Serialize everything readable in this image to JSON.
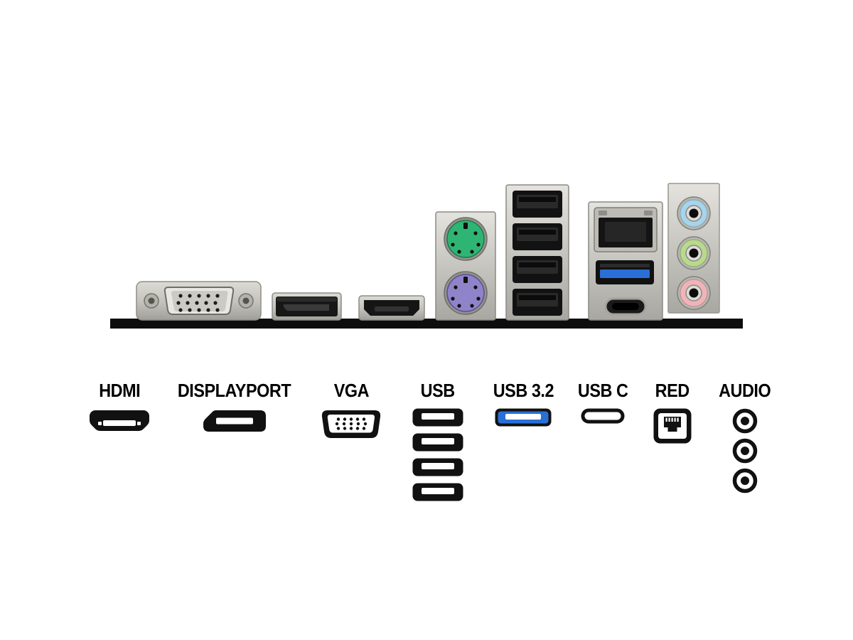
{
  "background": "#ffffff",
  "photo": {
    "colors": {
      "board_edge": "#0d0d0d",
      "ps2_mouse_green": "#2fb573",
      "ps2_keyboard_purple": "#8f84c9",
      "usb32_blue": "#2a6fd6",
      "audio_jack_top_blue": "#a6d4ea",
      "audio_jack_mid_green": "#b9d98e",
      "audio_jack_bottom_pink": "#f0b4b8"
    },
    "icons": [
      "vga-port",
      "displayport-port",
      "hdmi-port",
      "ps2-mouse-port",
      "ps2-keyboard-port",
      "usb-stack-ports",
      "ethernet-port",
      "usb-3-2-port",
      "usb-c-port",
      "audio-jack-ports"
    ]
  },
  "legend": {
    "usb32_icon_blue": "#2a6fd6",
    "icon_black": "#111111",
    "items": [
      {
        "label": "HDMI",
        "icon": "hdmi-icon"
      },
      {
        "label": "DISPLAYPORT",
        "icon": "displayport-icon"
      },
      {
        "label": "VGA",
        "icon": "vga-icon"
      },
      {
        "label": "USB",
        "icon": "usb-icon",
        "icon_count": 4
      },
      {
        "label": "USB 3.2",
        "icon": "usb-3-2-icon"
      },
      {
        "label": "USB C",
        "icon": "usb-c-icon"
      },
      {
        "label": "RED",
        "icon": "ethernet-icon"
      },
      {
        "label": "AUDIO",
        "icon": "audio-jack-icon",
        "icon_count": 3
      }
    ]
  }
}
